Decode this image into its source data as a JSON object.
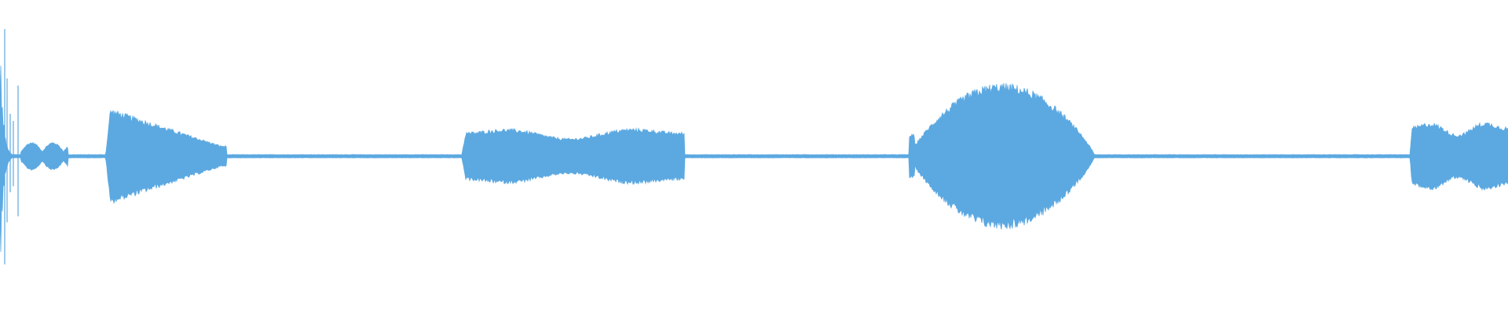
{
  "waveform": {
    "color": "#5ca9e1",
    "background": "#ffffff",
    "baseline_amplitude": 0.012,
    "segments": [
      {
        "kind": "transient",
        "start": 0.0,
        "end": 0.014,
        "peak": 0.88
      },
      {
        "kind": "swell",
        "start": 0.014,
        "end": 0.045,
        "peak": 0.1
      },
      {
        "kind": "burst",
        "start": 0.07,
        "end": 0.15,
        "peak": 0.34
      },
      {
        "kind": "sustain",
        "start": 0.306,
        "end": 0.454,
        "peak": 0.22
      },
      {
        "kind": "crescendo",
        "start": 0.603,
        "end": 0.726,
        "peak": 0.52
      },
      {
        "kind": "sustain",
        "start": 0.935,
        "end": 1.0,
        "peak": 0.27
      }
    ]
  }
}
